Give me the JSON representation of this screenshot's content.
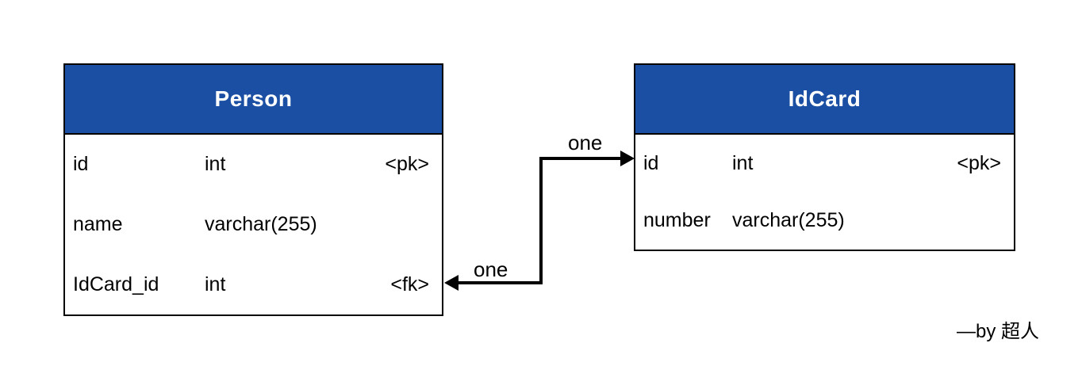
{
  "diagram": {
    "tables": [
      {
        "name": "Person",
        "columns": [
          {
            "name": "id",
            "type": "int",
            "key": "<pk>"
          },
          {
            "name": "name",
            "type": "varchar(255)",
            "key": ""
          },
          {
            "name": "IdCard_id",
            "type": "int",
            "key": "<fk>"
          }
        ]
      },
      {
        "name": "IdCard",
        "columns": [
          {
            "name": "id",
            "type": "int",
            "key": "<pk>"
          },
          {
            "name": "number",
            "type": "varchar(255)",
            "key": ""
          }
        ]
      }
    ],
    "relationship": {
      "top_label": "one",
      "bottom_label": "one"
    },
    "byline": "—by 超人",
    "colors": {
      "header_bg": "#1b4fa3",
      "header_text": "#ffffff",
      "border": "#000000",
      "line": "#000000",
      "text": "#000000",
      "background": "#ffffff"
    }
  }
}
